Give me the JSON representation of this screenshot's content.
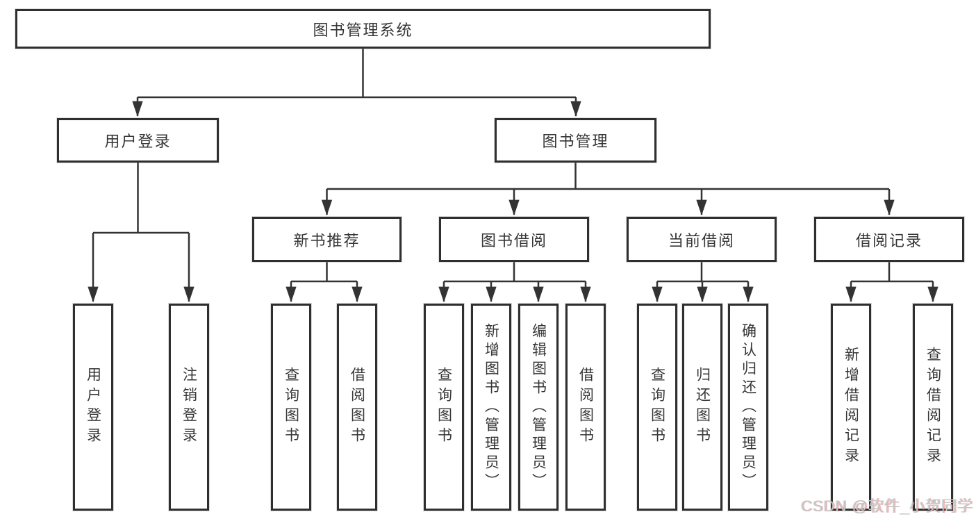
{
  "diagram": {
    "root": "图书管理系统",
    "modules": [
      {
        "label": "用户登录",
        "features": [
          "用户登录",
          "注销登录"
        ]
      },
      {
        "label": "图书管理",
        "submodules": [
          {
            "label": "新书推荐",
            "features": [
              "查询图书",
              "借阅图书"
            ]
          },
          {
            "label": "图书借阅",
            "features": [
              "查询图书",
              "新增图书（管理员）",
              "编辑图书（管理员）",
              "借阅图书"
            ]
          },
          {
            "label": "当前借阅",
            "features": [
              "查询图书",
              "归还图书",
              "确认归还（管理员）"
            ]
          },
          {
            "label": "借阅记录",
            "features": [
              "新增借阅记录",
              "查询借阅记录"
            ]
          }
        ]
      }
    ]
  },
  "watermark": {
    "text": "CSDN @软件_小贺同学"
  },
  "colors": {
    "line": "#333333",
    "box_border": "#2f2f2f",
    "text": "#363636",
    "background": "#ffffff",
    "watermark": "#c6c6c6",
    "watermark_accent": "#e74c3c"
  }
}
